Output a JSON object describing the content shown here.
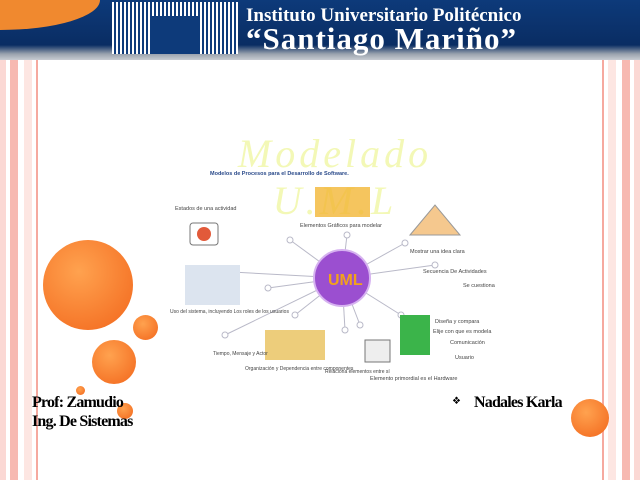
{
  "header": {
    "line1": "Instituto Universitario Politécnico",
    "line2": "“Santiago Mariño”",
    "logo": "IUPSM logo"
  },
  "title": "Modelado U.M.L",
  "diagram": {
    "heading": "Modelos de Procesos para el Desarrollo de Software.",
    "center": "UML",
    "labels": [
      "Estados de una actividad",
      "Elementos Gráficos para modelar",
      "Mostrar una idea clara",
      "Secuencia De Actividades",
      "Se cuestiona",
      "Diseña y compara",
      "Elije con que es modela",
      "Comunicación",
      "Usuario",
      "Elemento primordial es el Hardware",
      "Relaciona elementos entre sí",
      "Organización y Dependencia entre componentes",
      "Tiempo, Mensaje y Actor",
      "Uso del sistema, incluyendo Los roles de los usuarios"
    ]
  },
  "footer": {
    "prof": "Prof: Zamudio",
    "career": "Ing. De Sistemas",
    "bullet": "❖",
    "student": "Nadales Karla"
  },
  "colors": {
    "header": "#0d3a7a",
    "accent": "#f2661b",
    "title": "#f3f8b6",
    "uml": "#9b4fd0"
  }
}
